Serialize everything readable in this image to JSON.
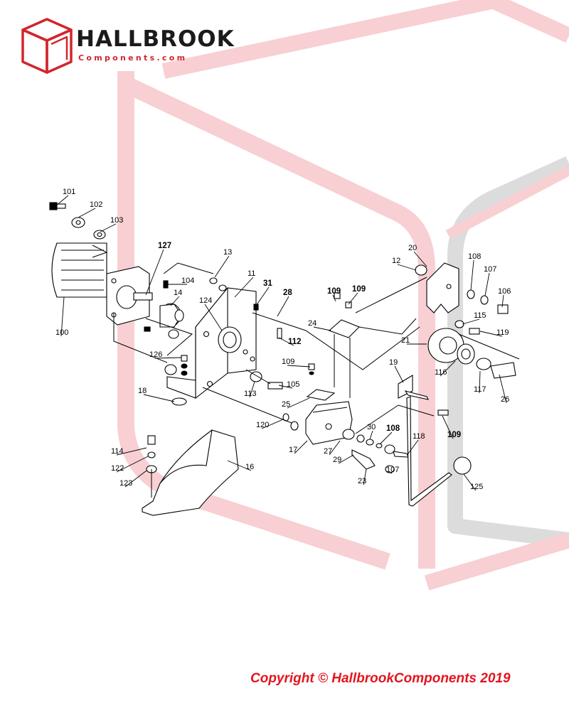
{
  "logo": {
    "brand_text": "HALLBROOK",
    "sub_text": "Components.com"
  },
  "colors": {
    "brand_red": "#d3252c",
    "watermark_red": "#f7c9cc",
    "watermark_grey": "#d9d9d9",
    "copyright_red": "#e3151e",
    "line_art": "#000000"
  },
  "copyright": "Copyright © HallbrookComponents 2019",
  "callouts": [
    {
      "num": "101"
    },
    {
      "num": "102"
    },
    {
      "num": "103"
    },
    {
      "num": "127",
      "bold": true
    },
    {
      "num": "104"
    },
    {
      "num": "14"
    },
    {
      "num": "100"
    },
    {
      "num": "126"
    },
    {
      "num": "18"
    },
    {
      "num": "13"
    },
    {
      "num": "11"
    },
    {
      "num": "124"
    },
    {
      "num": "31",
      "bold": true
    },
    {
      "num": "28",
      "bold": true
    },
    {
      "num": "112",
      "bold": true
    },
    {
      "num": "113"
    },
    {
      "num": "105"
    },
    {
      "num": "109",
      "bold": true
    },
    {
      "num": "109",
      "bold": true
    },
    {
      "num": "109"
    },
    {
      "num": "24"
    },
    {
      "num": "25"
    },
    {
      "num": "120"
    },
    {
      "num": "17"
    },
    {
      "num": "27"
    },
    {
      "num": "29"
    },
    {
      "num": "30"
    },
    {
      "num": "108",
      "bold": true
    },
    {
      "num": "23"
    },
    {
      "num": "107"
    },
    {
      "num": "118"
    },
    {
      "num": "19"
    },
    {
      "num": "109",
      "bold": true
    },
    {
      "num": "125"
    },
    {
      "num": "20"
    },
    {
      "num": "12"
    },
    {
      "num": "108"
    },
    {
      "num": "107"
    },
    {
      "num": "106"
    },
    {
      "num": "115"
    },
    {
      "num": "119"
    },
    {
      "num": "21"
    },
    {
      "num": "116"
    },
    {
      "num": "117"
    },
    {
      "num": "26"
    },
    {
      "num": "114"
    },
    {
      "num": "122"
    },
    {
      "num": "123"
    },
    {
      "num": "16"
    }
  ]
}
